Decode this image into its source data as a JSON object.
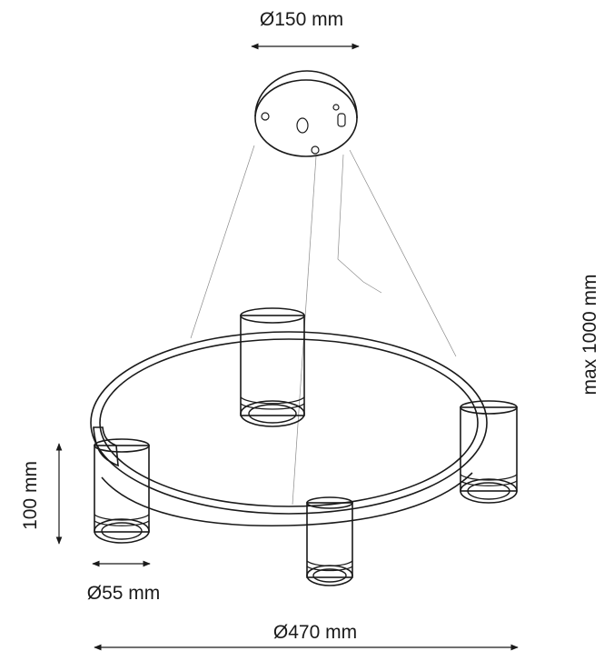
{
  "dimensions": {
    "canopy_diameter": "Ø150 mm",
    "max_height": "max 1000 mm",
    "spot_height": "100 mm",
    "spot_diameter": "Ø55 mm",
    "ring_diameter": "Ø470 mm"
  },
  "colors": {
    "line": "#1a1a1a",
    "wire": "#8a8a8a",
    "background": "#ffffff"
  }
}
